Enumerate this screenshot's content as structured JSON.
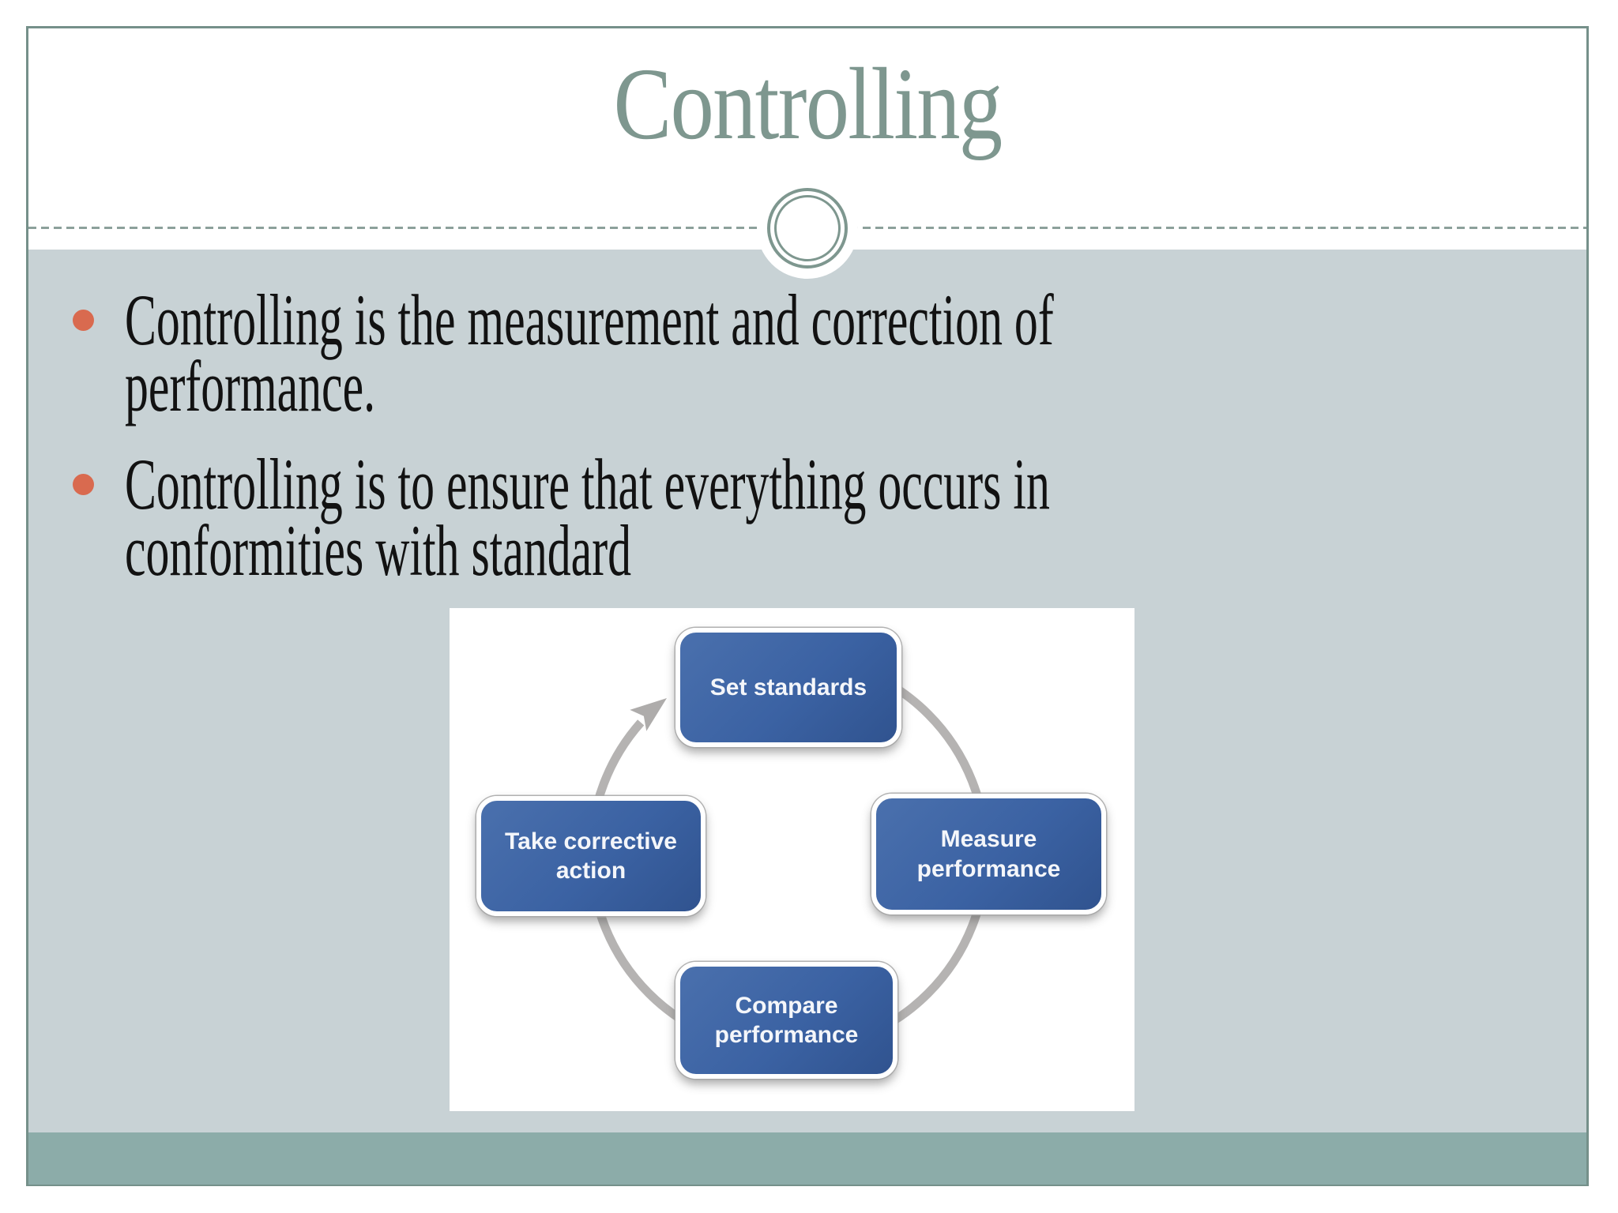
{
  "slide": {
    "title": "Controlling",
    "bullets": [
      {
        "lines": [
          "Controlling is the measurement and correction of",
          "performance."
        ]
      },
      {
        "lines": [
          "Controlling is to ensure that everything occurs in",
          "conformities with standard"
        ]
      }
    ],
    "diagram": {
      "type": "cycle",
      "direction": "clockwise",
      "steps": [
        {
          "label": "Set standards",
          "position": "top"
        },
        {
          "label": "Measure performance",
          "position": "right"
        },
        {
          "label": "Compare performance",
          "position": "bottom"
        },
        {
          "label": "Take corrective action",
          "position": "left"
        }
      ]
    },
    "colors": {
      "title": "#7E978F",
      "body_background": "#C8D2D5",
      "footer_bar": "#8CACA9",
      "bullet_marker": "#D96A4F",
      "diagram_box": "#3B62A3",
      "diagram_arrow": "#B5B3B2",
      "body_text": "#121212",
      "slide_border": "#75908A"
    }
  }
}
